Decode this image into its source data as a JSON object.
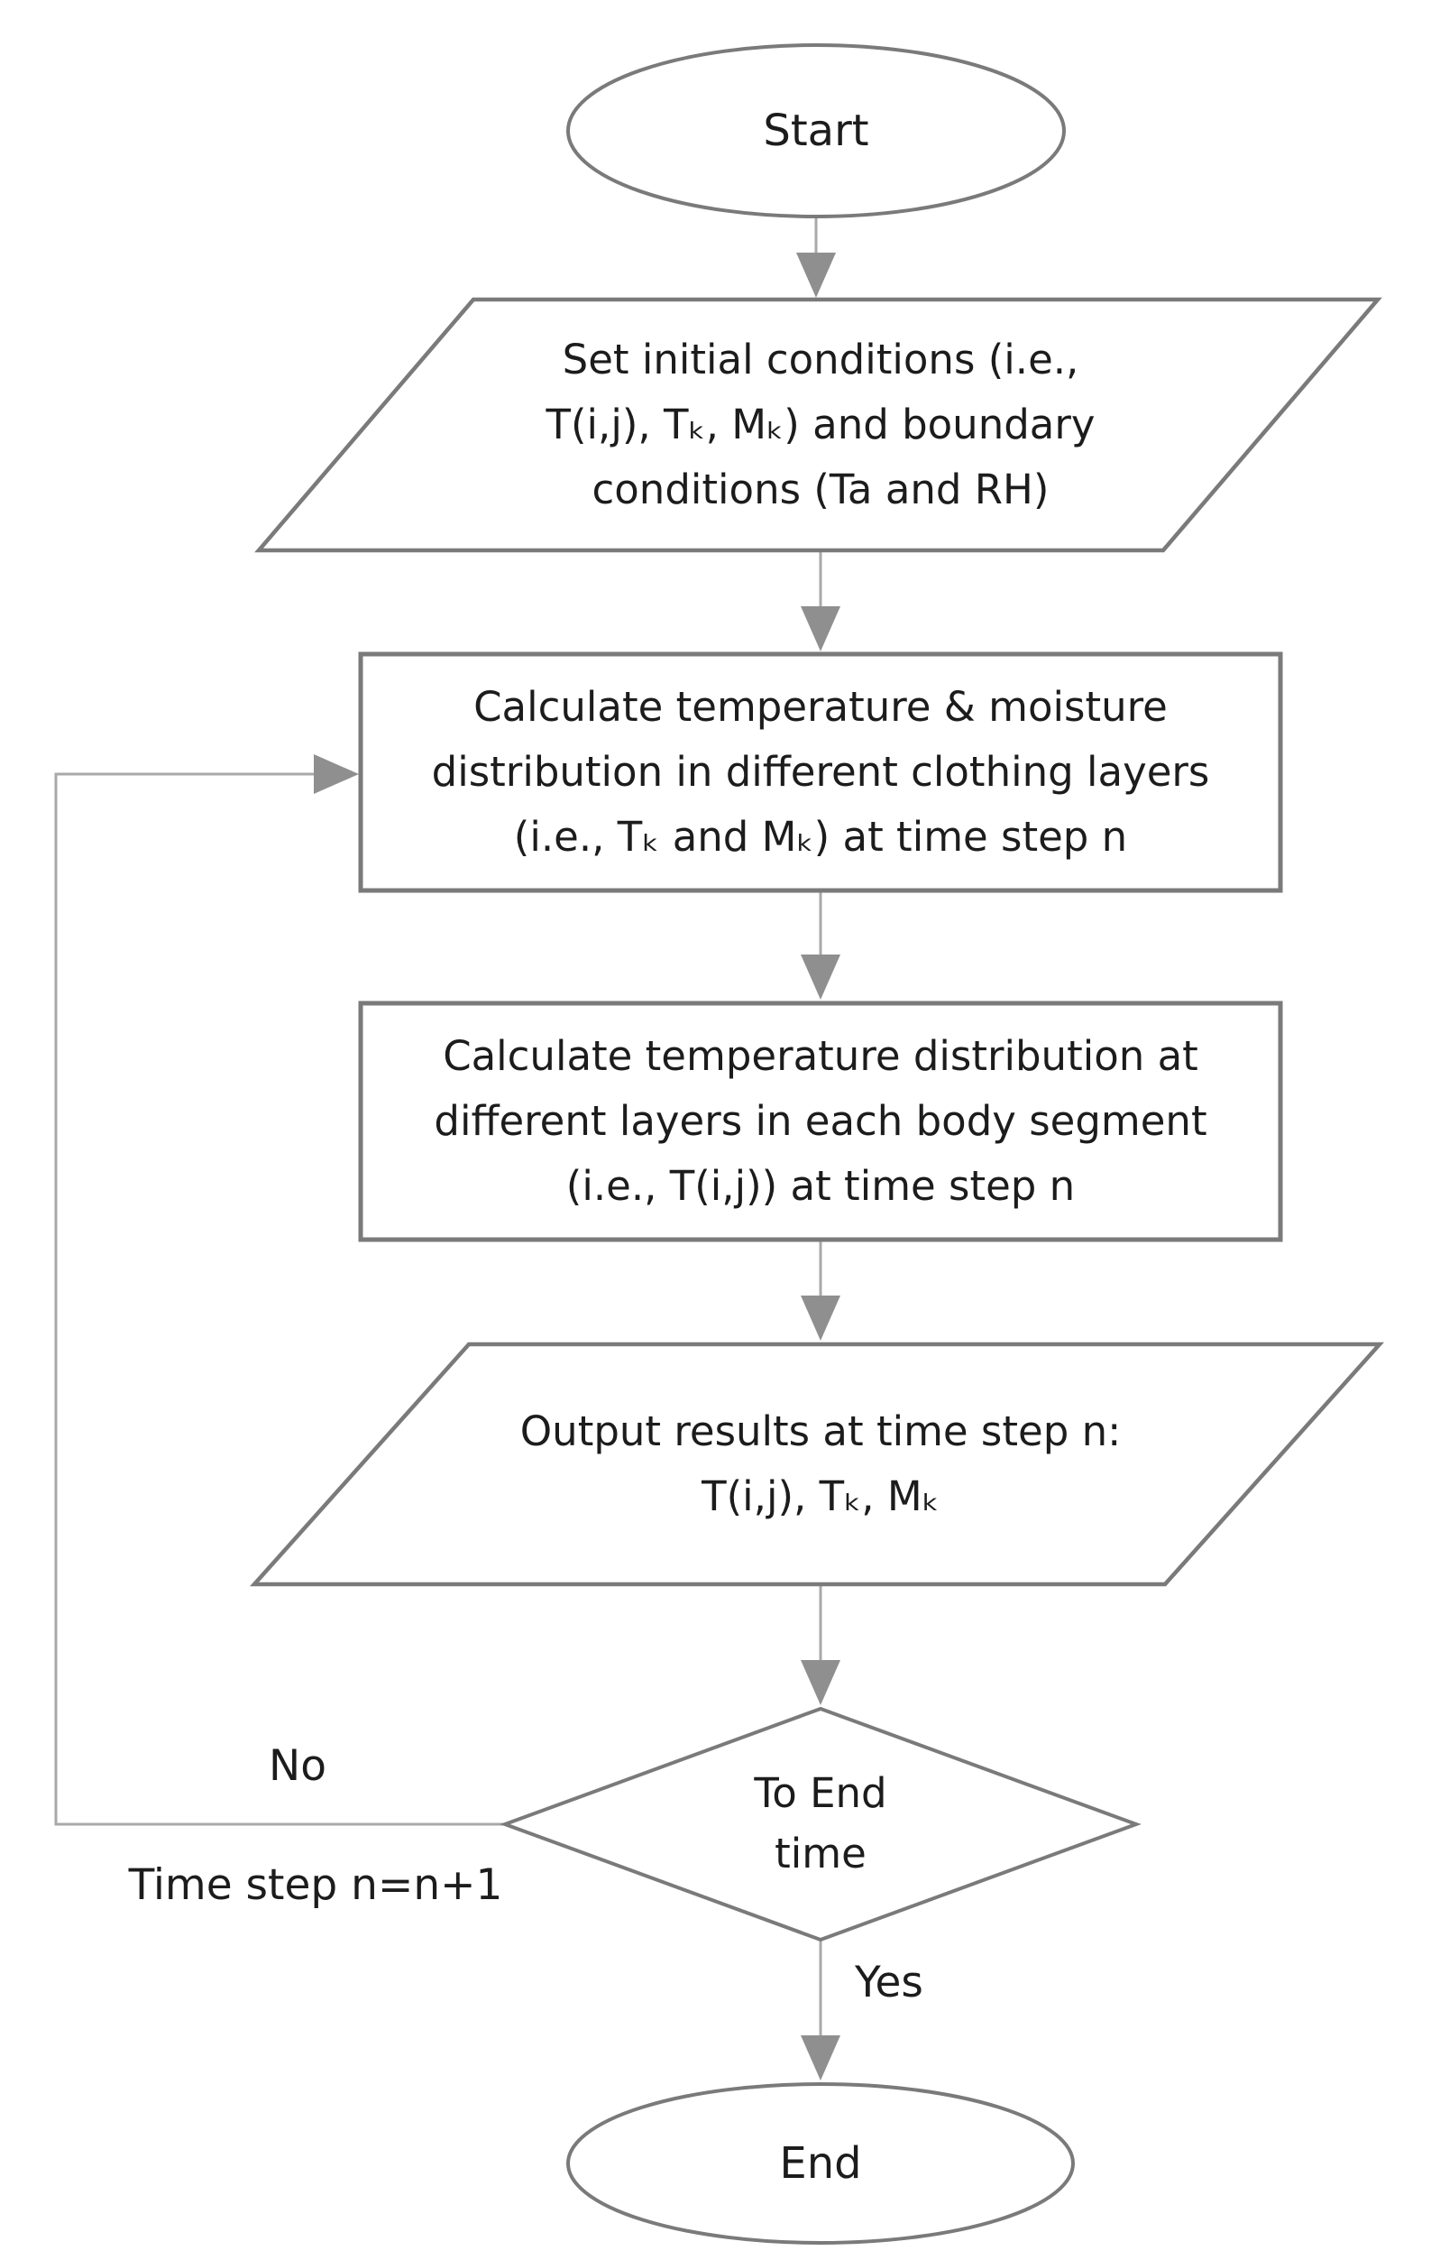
{
  "figure": {
    "kind": "flowchart",
    "background": "#ffffff"
  },
  "colors": {
    "shape_border": "#7a7a7a",
    "connector_line": "#a9a9a9",
    "arrowhead": "#8f8f8f",
    "text": "#1c1c1c"
  },
  "nodes": {
    "start": {
      "shape": "ellipse",
      "label": "Start"
    },
    "set_initial": {
      "shape": "parallelogram",
      "lines": [
        "Set initial conditions (i.e.,",
        "T(i,j), Tₖ, Mₖ) and boundary",
        "conditions (Ta and RH)"
      ]
    },
    "calc_clothing": {
      "shape": "rectangle",
      "lines": [
        "Calculate temperature & moisture",
        "distribution in different clothing layers",
        "(i.e., Tₖ and Mₖ) at time step n"
      ]
    },
    "calc_body": {
      "shape": "rectangle",
      "lines": [
        "Calculate temperature distribution at",
        "different layers in each body segment",
        "(i.e., T(i,j)) at time step n"
      ]
    },
    "output": {
      "shape": "parallelogram",
      "lines": [
        "Output results at time step n:",
        "T(i,j), Tₖ, Mₖ"
      ]
    },
    "decision": {
      "shape": "diamond",
      "lines": [
        "To End",
        "time"
      ]
    },
    "end": {
      "shape": "ellipse",
      "label": "End"
    }
  },
  "edge_labels": {
    "no": "No",
    "loop_action": "Time step n=n+1",
    "yes": "Yes"
  }
}
